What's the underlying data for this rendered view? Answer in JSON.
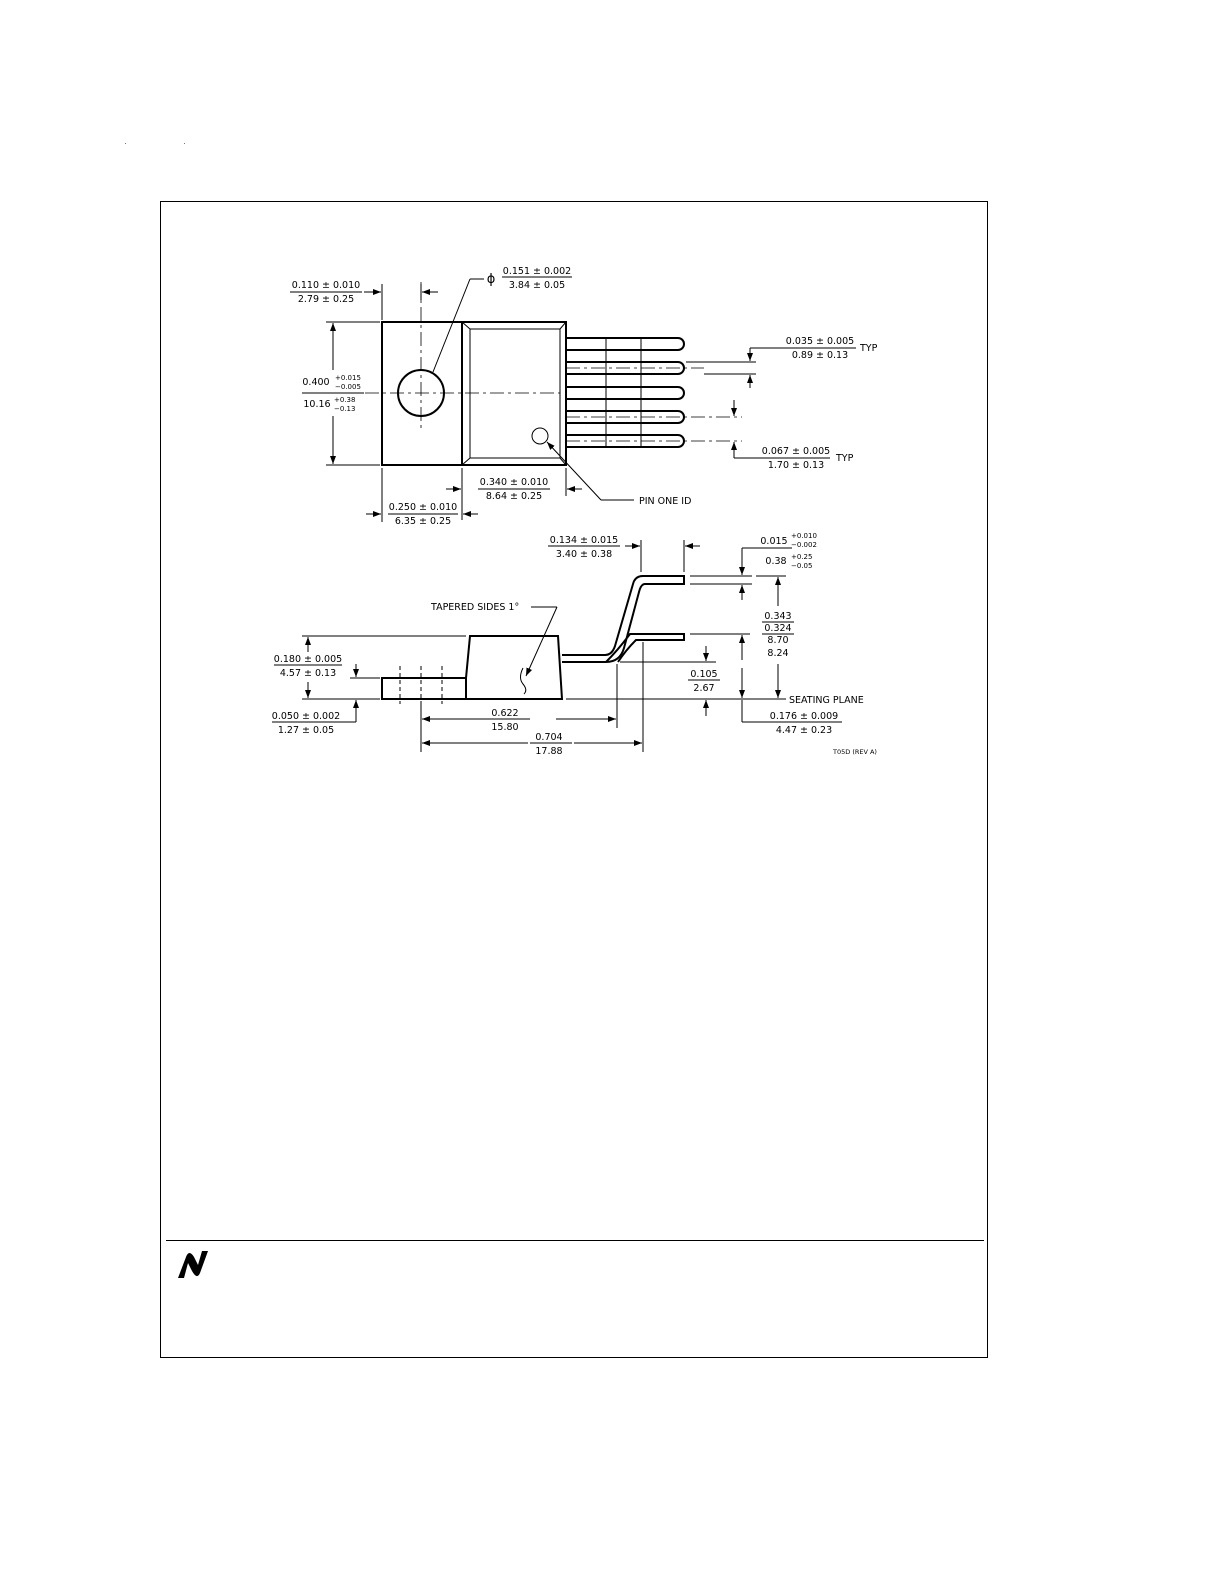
{
  "drawing": {
    "top_view": {
      "d_0110_in": "0.110 ± 0.010",
      "d_0110_mm": "2.79 ± 0.25",
      "d_hole_in": "0.151 ± 0.002",
      "d_hole_mm": "3.84 ± 0.05",
      "diameter_symbol": "ϕ",
      "d_0400_in": "0.400",
      "d_0400_in_tol_plus": "+0.015",
      "d_0400_in_tol_minus": "−0.005",
      "d_0400_mm": "10.16",
      "d_0400_mm_tol_plus": "+0.38",
      "d_0400_mm_tol_minus": "−0.13",
      "d_0035_in": "0.035 ± 0.005",
      "d_0035_mm": "0.89 ± 0.13",
      "typ_1": "TYP",
      "d_0067_in": "0.067 ± 0.005",
      "d_0067_mm": "1.70 ± 0.13",
      "typ_2": "TYP",
      "d_0340_in": "0.340 ± 0.010",
      "d_0340_mm": "8.64 ± 0.25",
      "d_0250_in": "0.250 ± 0.010",
      "d_0250_mm": "6.35 ± 0.25",
      "pin_one_label": "PIN ONE ID"
    },
    "side_view": {
      "d_0134_in": "0.134 ± 0.015",
      "d_0134_mm": "3.40 ± 0.38",
      "d_0015_in": "0.015",
      "d_0015_in_tol_plus": "+0.010",
      "d_0015_in_tol_minus": "−0.002",
      "d_0015_mm": "0.38",
      "d_0015_mm_tol_plus": "+0.25",
      "d_0015_mm_tol_minus": "−0.05",
      "tapered_label": "TAPERED SIDES 1°",
      "d_0343_a": "0.343",
      "d_0343_b": "0.324",
      "d_0343_c": "8.70",
      "d_0343_d": "8.24",
      "d_0180_in": "0.180 ± 0.005",
      "d_0180_mm": "4.57 ± 0.13",
      "d_0105_in": "0.105",
      "d_0105_mm": "2.67",
      "seating_label": "SEATING PLANE",
      "d_0050_in": "0.050 ± 0.002",
      "d_0050_mm": "1.27 ± 0.05",
      "d_0622_in": "0.622",
      "d_0622_mm": "15.80",
      "d_0176_in": "0.176 ± 0.009",
      "d_0176_mm": "4.47 ± 0.23",
      "d_0704_in": "0.704",
      "d_0704_mm": "17.88",
      "drawing_id": "T05D (REV A)"
    }
  },
  "footer": {
    "logo_icon": "national-semiconductor-logo-icon"
  }
}
